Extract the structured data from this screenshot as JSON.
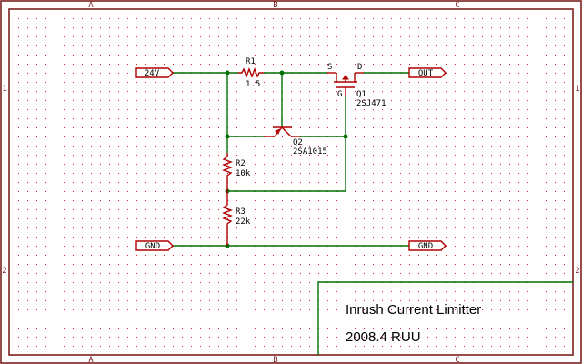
{
  "title_block": {
    "title": "Inrush Current Limitter",
    "subtitle": "2008.4 RUU"
  },
  "frame": {
    "columns": [
      "A",
      "B",
      "C"
    ],
    "rows": [
      "1",
      "2"
    ]
  },
  "ports": {
    "in": "24V",
    "out": "OUT",
    "gnd_left": "GND",
    "gnd_right": "GND"
  },
  "components": {
    "R1": {
      "ref": "R1",
      "value": "1.5"
    },
    "R2": {
      "ref": "R2",
      "value": "10k"
    },
    "R3": {
      "ref": "R3",
      "value": "22k"
    },
    "Q1": {
      "ref": "Q1",
      "value": "2SJ471",
      "pin_s": "S",
      "pin_d": "D",
      "pin_g": "G"
    },
    "Q2": {
      "ref": "Q2",
      "value": "2SA1015"
    }
  },
  "colors": {
    "wire": "#007000",
    "part": "#b00000",
    "frame": "#7a1f1f",
    "grid": "#e02020"
  }
}
